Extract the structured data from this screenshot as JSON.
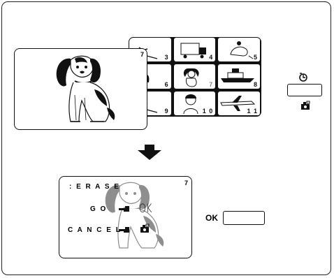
{
  "thumbnails": [
    {
      "number": "3",
      "icon": "skier-icon"
    },
    {
      "number": "4",
      "icon": "truck-icon"
    },
    {
      "number": "5",
      "icon": "rider-icon"
    },
    {
      "number": "6",
      "icon": "plant-icon"
    },
    {
      "number": "7",
      "icon": "dog-icon"
    },
    {
      "number": "8",
      "icon": "ship-icon"
    },
    {
      "number": "9",
      "icon": "skier-icon"
    },
    {
      "number": "1 0",
      "icon": "woman-icon"
    },
    {
      "number": "1 1",
      "icon": "airplane-icon"
    }
  ],
  "selected_index": 4,
  "main_view": {
    "number": "7",
    "image": "dog-illustration"
  },
  "controls": {
    "timer_icon": "self-timer-icon",
    "camera_icon": "camera-icon"
  },
  "erase_screen": {
    "title": ": E R A S E",
    "number": "7",
    "go_label": "G O",
    "cancel_label": "C A N C E L",
    "ok_text": "OK"
  },
  "ok_button": {
    "label": "OK"
  }
}
